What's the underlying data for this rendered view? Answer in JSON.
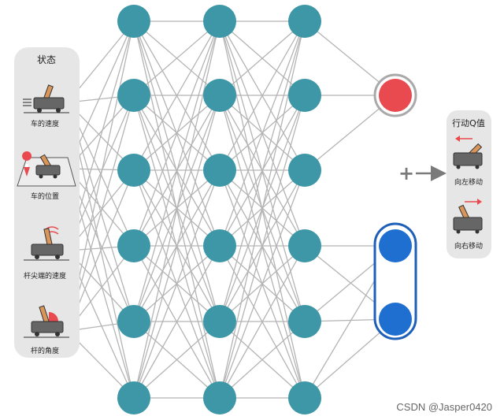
{
  "inputs": {
    "title": "状态",
    "items": [
      {
        "label": "车的速度",
        "icon": "cart-speed-icon"
      },
      {
        "label": "车的位置",
        "icon": "cart-position-icon"
      },
      {
        "label": "杆尖端的速度",
        "icon": "pole-tip-speed-icon"
      },
      {
        "label": "杆的角度",
        "icon": "pole-angle-icon"
      }
    ]
  },
  "network": {
    "layers": [
      6,
      6,
      6
    ],
    "value_node_color": "#e84a4f",
    "advantage_node_color": "#1e6fd0",
    "hidden_node_color": "#3d97a6"
  },
  "outputs": {
    "title": "行动Q值",
    "items": [
      {
        "label": "向左移动",
        "icon": "move-left-icon"
      },
      {
        "label": "向右移动",
        "icon": "move-right-icon"
      }
    ]
  },
  "aggregate_symbol": "+",
  "watermark": "CSDN @Jasper0420"
}
